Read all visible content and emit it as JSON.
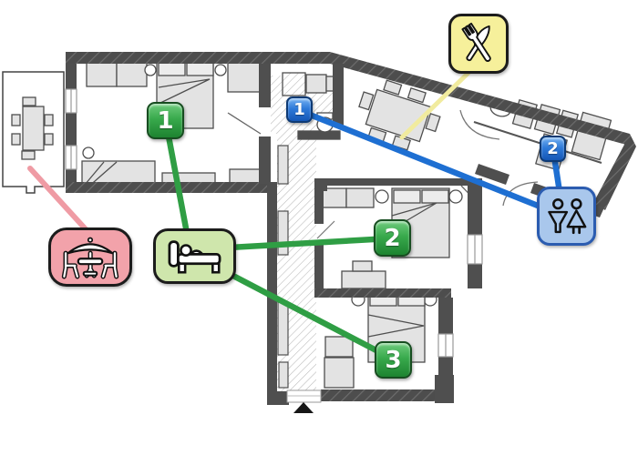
{
  "title": "Apartment floor plan with amenity annotations",
  "badges": {
    "green": [
      {
        "id": "bedroom-1",
        "label": "1"
      },
      {
        "id": "bedroom-2",
        "label": "2"
      },
      {
        "id": "bedroom-3",
        "label": "3"
      }
    ],
    "blue": [
      {
        "id": "bathroom-1",
        "label": "1"
      },
      {
        "id": "bathroom-2",
        "label": "2"
      }
    ]
  },
  "legend": {
    "dining": {
      "icon": "fork-knife-icon",
      "bg": "#f6f09b"
    },
    "terrace": {
      "icon": "patio-table-icon",
      "bg": "#f2a2aa"
    },
    "sleeping": {
      "icon": "bed-icon",
      "bg": "#cfe6ac"
    },
    "restroom": {
      "icon": "wc-icon",
      "bg": "#a9c7ec"
    }
  },
  "colors": {
    "green_badge": "#2e9e3f",
    "blue_badge": "#1d66c9",
    "green_line": "#2f9e44",
    "blue_line": "#1e6fd2",
    "yellow_line": "#f1eb9e",
    "pink_line": "#ef9ba4",
    "wall": "#4f4f4f"
  },
  "connections": [
    {
      "from": "bed-icon",
      "to": "green-badge-1"
    },
    {
      "from": "bed-icon",
      "to": "green-badge-2"
    },
    {
      "from": "bed-icon",
      "to": "green-badge-3"
    },
    {
      "from": "wc-icon",
      "to": "blue-badge-1"
    },
    {
      "from": "wc-icon",
      "to": "blue-badge-2"
    },
    {
      "from": "fork-knife-icon",
      "to": "dining-table"
    },
    {
      "from": "patio-table-icon",
      "to": "balcony-table"
    }
  ]
}
